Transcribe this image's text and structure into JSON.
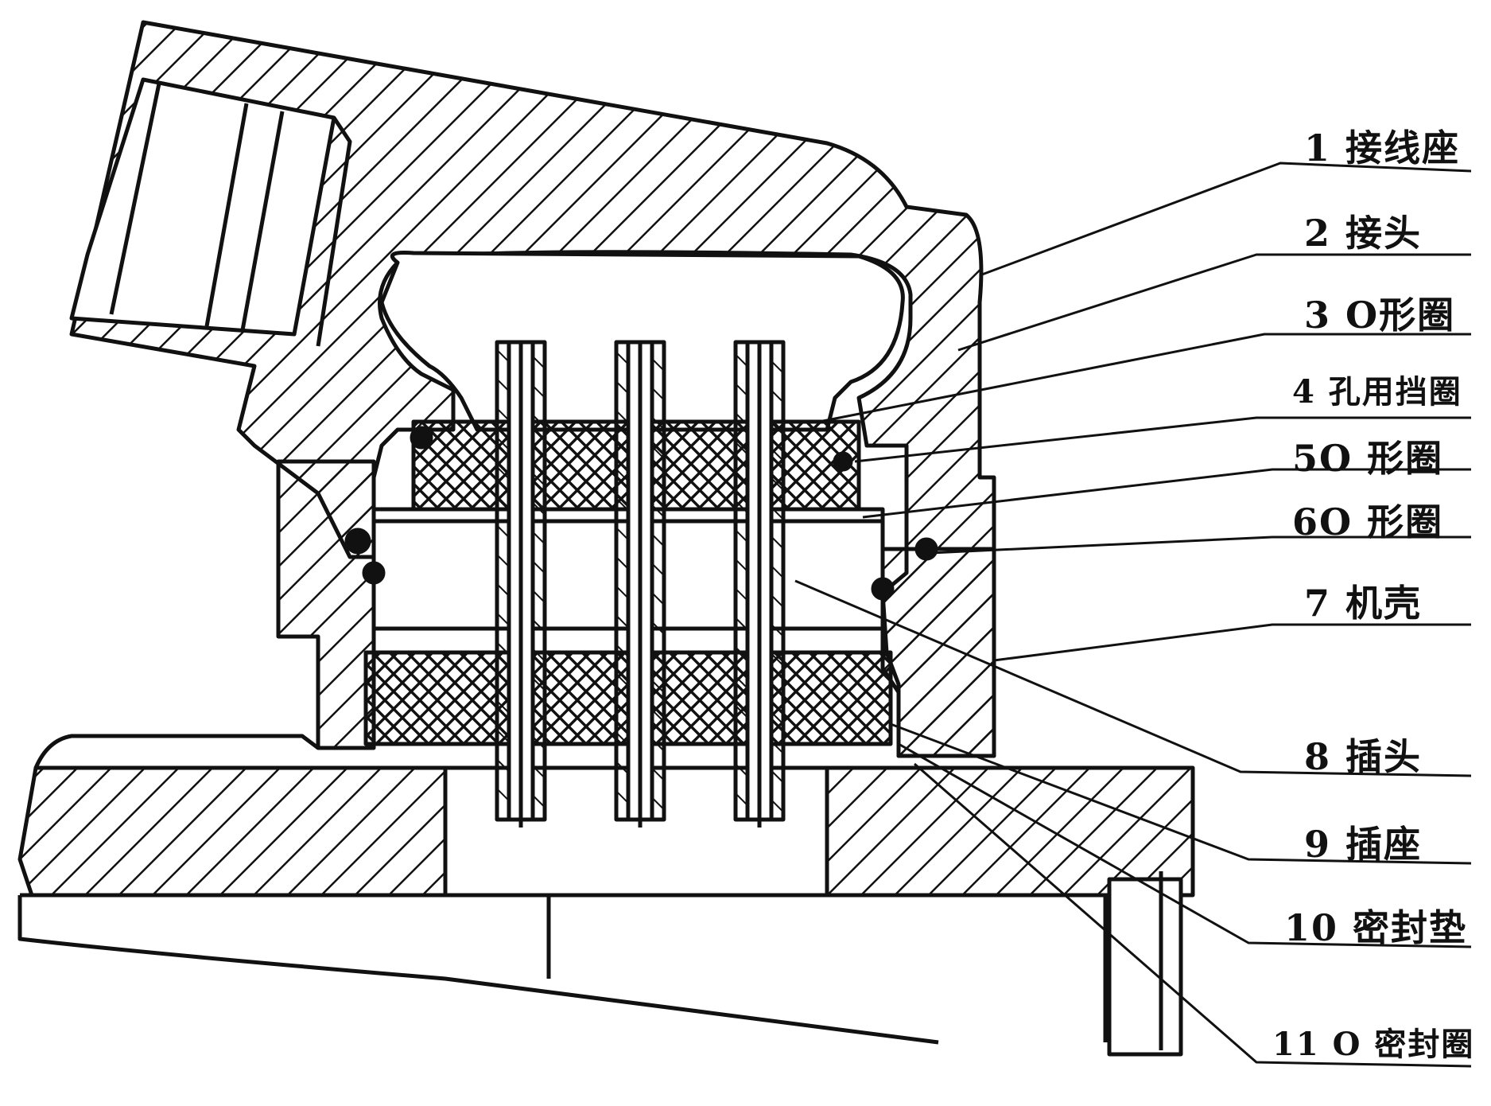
{
  "labels": [
    {
      "id": "1",
      "text": "1 接线座"
    },
    {
      "id": "2",
      "text": "2 接头"
    },
    {
      "id": "3",
      "text": "3 O形圈"
    },
    {
      "id": "4",
      "text": "4 孔用挡圈"
    },
    {
      "id": "5",
      "text": "5O 形圈"
    },
    {
      "id": "6",
      "text": "6O 形圈"
    },
    {
      "id": "7",
      "text": "7 机壳"
    },
    {
      "id": "8",
      "text": "8 插头"
    },
    {
      "id": "9",
      "text": "9 插座"
    },
    {
      "id": "10",
      "text": "10 密封垫"
    },
    {
      "id": "11",
      "text": "11 O 密封圈"
    }
  ],
  "colors": {
    "ink": "#111111",
    "paper": "#ffffff"
  }
}
